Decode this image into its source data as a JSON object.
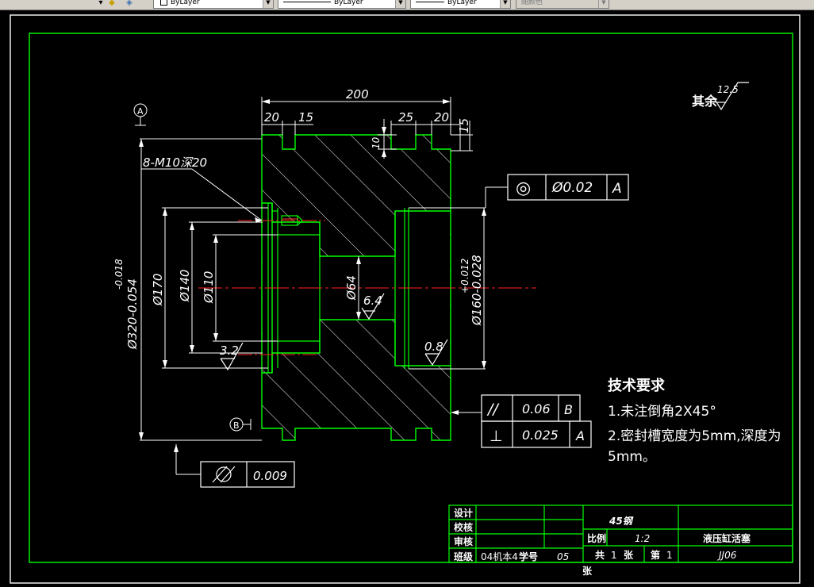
{
  "toolbar": {
    "layer": "ByLayer",
    "linetype": "ByLayer",
    "lineweight": "ByLayer",
    "color": "随颜色"
  },
  "drawing": {
    "dims": {
      "total_length": "200",
      "left_groove_offset": "20",
      "left_groove_width": "15",
      "right_groove_width": "25",
      "right_groove_offset": "20",
      "right_end_width": "15",
      "groove_depth": "10",
      "thread_callout": "8-M10深20",
      "dia_outer": "Ø320-0.054",
      "dia_outer_tol": "-0.018",
      "dia_170": "Ø170",
      "dia_140": "Ø140",
      "dia_110": "Ø110",
      "dia_64": "Ø64",
      "dia_160": "Ø160-0.028",
      "dia_160_tol": "+0.012"
    },
    "datum_a": "A",
    "datum_b": "B",
    "roughness": {
      "other": "其余",
      "other_value": "12.5",
      "r1": "6.4",
      "r2": "3.2",
      "r3": "0.8"
    },
    "tolerances": {
      "concentricity_symbol": "◎",
      "concentricity_value": "Ø0.02",
      "concentricity_datum": "A",
      "parallel_symbol": "//",
      "parallel_value": "0.06",
      "parallel_datum": "B",
      "perp_symbol": "⊥",
      "perp_value": "0.025",
      "perp_datum": "A",
      "cyl_value": "0.009"
    },
    "tech_req": {
      "title": "技术要求",
      "line1": "1.未注倒角2X45°",
      "line2": "2.密封槽宽度为5mm,深度为",
      "line3": "5mm。"
    },
    "title_block": {
      "design": "设计",
      "check": "校核",
      "review": "审核",
      "class_label": "班级",
      "class_value": "04机本4",
      "student_label": "学号",
      "student_value": "05",
      "material": "45钢",
      "scale_label": "比例",
      "scale_value": "1:2",
      "part_name": "液压缸活塞",
      "total_prefix": "共",
      "total_count": "1",
      "sheet_unit": "张",
      "sheet_prefix": "第",
      "sheet_count": "1",
      "sheet_unit2": "张",
      "drawing_no": "JJ06"
    }
  }
}
